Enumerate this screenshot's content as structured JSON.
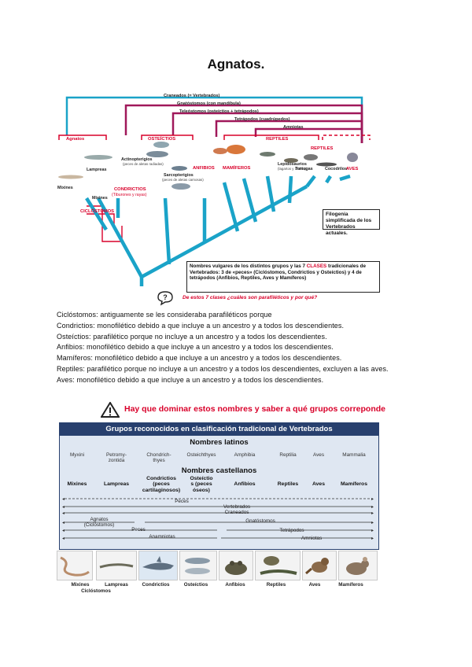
{
  "title": "Agnatos.",
  "phylogeny": {
    "clades": {
      "craneados": "Craneados (= Vertebrados)",
      "gnatostomos": "Gnatóstomos (con mandíbula)",
      "teleostomos": "Teleóstomos (osteíctios + tetrápodos)",
      "tetrapodos": "Tetrápodos (cuadrúpedos)",
      "amniotas": "Amniotas"
    },
    "groups": {
      "agnatos": "Agnatos",
      "osteictios": "OSTEÍCTIOS",
      "reptiles_top": "REPTILES",
      "reptiles": "REPTILES",
      "ciclostomos": "CICLÓSTOMOS",
      "condrictios": "CONDRICTIOS",
      "condrictios_sub": "(Tiburones y rayas)",
      "anfibios": "ANFIBIOS",
      "mamiferos": "MAMÍFEROS",
      "aves": "AVES"
    },
    "taxa": {
      "lampreas": "Lampreas",
      "mixines": "Mixines",
      "mixines2": "Mixines",
      "actinopterigios": "Actinopterigios",
      "actinopterigios_sub": "(peces de aletas radiadas)",
      "sarcopterigios": "Sarcopterigios",
      "sarcopterigios_sub": "(peces de aletas carnosas)",
      "lepidosaurios": "Lepidosaurios",
      "lepidosaurios_sub": "(lagartos y ofidios)",
      "tortugas": "Tortugas",
      "cocodrilos": "Cocodrilos"
    },
    "note_box": "Filogenia simplificada de los Vertebrados actuales.",
    "names_box_1": "Nombres vulgares de los distintos grupos y las 7 ",
    "names_box_red": "CLASES",
    "names_box_2": " tradicionales de Vertebrados: 3 de «peces» (Ciclóstomos, Condrictios y Osteíctios) y 4 de tetrápodos (Anfibios, Reptiles, Aves y Mamíferos)",
    "question": "De estos 7 clases ¿cuáles son parafiléticos y por qué?"
  },
  "answers": [
    "Ciclóstomos: antiguamente se les consideraba parafiléticos porque",
    "Condrictios: monofilético debido a que incluye a un ancestro y a todos los descendientes.",
    "Osteíctios: parafilético porque no incluye a un ancestro y a todos los descendientes.",
    "Anfibios: monofilético debido a que incluye a un ancestro y a todos los descendientes.",
    "Mamíferos: monofilético debido a que incluye a un ancestro y a todos los descendientes.",
    "Reptiles: parafilético porque no incluye a un ancestro y a todos los descendientes, excluyen a las aves.",
    "Aves: monofilético debido a que incluye a un ancestro y a todos los descendientes."
  ],
  "warning": "Hay que dominar estos nombres y saber a qué grupos correponde",
  "table": {
    "header": "Grupos reconocidos en clasificación tradicional de Vertebrados",
    "latin_title": "Nombres latinos",
    "latin": [
      "Myxini",
      "Petromy-zontida",
      "Chondrich-thyes",
      "Osteichthyes",
      "Amphibia",
      "Reptilia",
      "Aves",
      "Mammalia"
    ],
    "castellano_title": "Nombres castellanos",
    "castellano": [
      "Mixines",
      "Lampreas",
      "Condrictios (peces cartilaginosos)",
      "Osteíctio s (peces óseos)",
      "Anfibios",
      "Reptiles",
      "Aves",
      "Mamíferos"
    ],
    "lines": {
      "peces": "Peces",
      "vertebrados": "Vertebrados",
      "craneados": "Craneados",
      "agnatos": "Agnatos",
      "ciclostomos": "(Ciclóstomos)",
      "gnatostomos": "Gnatóstomos",
      "peces2": "Peces",
      "tetrapodos": "Tetrápodos",
      "anamniotas": "Anamniotas",
      "amniotas": "Amniotas"
    }
  },
  "animal_labels": [
    "Mixines",
    "Lampreas",
    "Condrictios",
    "Osteíctios",
    "Anfibios",
    "Reptiles",
    "Aves",
    "Mamíferos"
  ],
  "animal_sublabel": "Ciclóstomos",
  "colors": {
    "phylo": "#1aa3c8",
    "accent_red": "#d9002a",
    "table_header": "#28406e",
    "clade_magenta": "#a0185a"
  }
}
